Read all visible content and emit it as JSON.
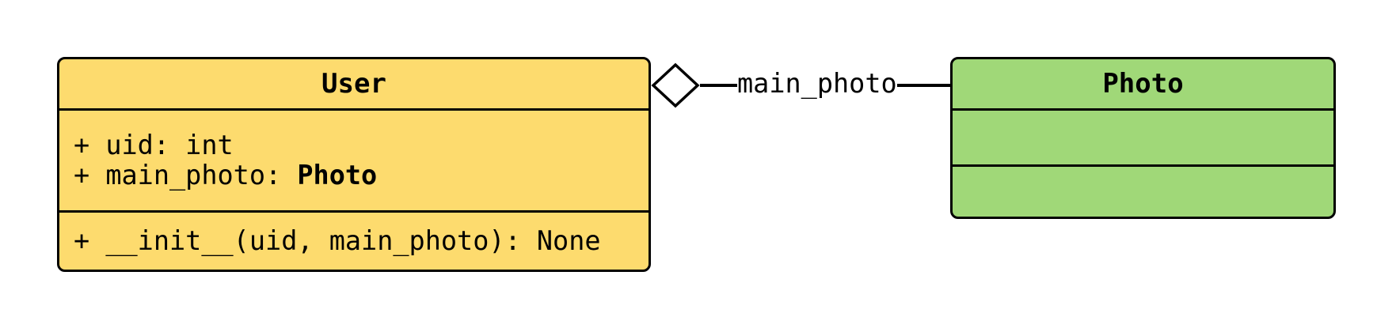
{
  "diagram": {
    "type": "uml-class-diagram",
    "classes": [
      {
        "name": "User",
        "fill": "#FDDB6E",
        "attributes": [
          {
            "text": "+ uid: int",
            "type_ref": ""
          },
          {
            "text": "+ main_photo: ",
            "type_ref": "Photo"
          }
        ],
        "methods": [
          {
            "text": "+ __init__(uid, main_photo): None"
          }
        ]
      },
      {
        "name": "Photo",
        "fill": "#A0D878",
        "attributes": [],
        "methods": []
      }
    ],
    "relationship": {
      "kind": "aggregation",
      "label": "main_photo",
      "diamond_fill": "#FFFFFF",
      "line_color": "#000000"
    },
    "colors": {
      "border": "#000000",
      "text": "#000000",
      "background": "#FFFFFF"
    }
  }
}
